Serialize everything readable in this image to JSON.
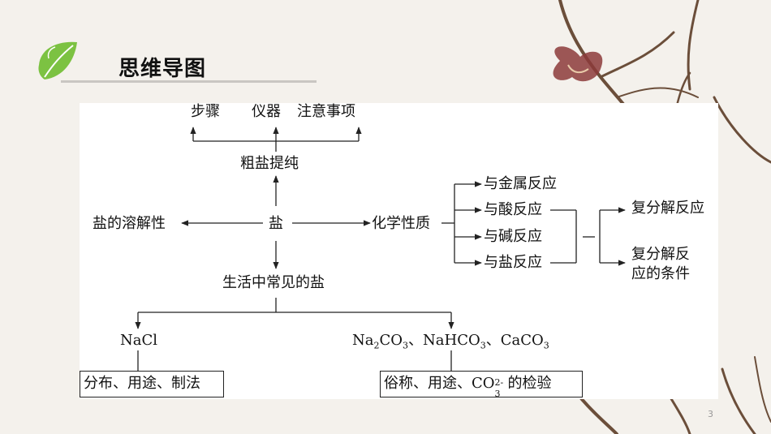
{
  "slide": {
    "title": "思维导图",
    "page_number": "3"
  },
  "nodes": {
    "steps": "步骤",
    "instruments": "仪器",
    "precautions": "注意事项",
    "crude_salt": "粗盐提纯",
    "salt": "盐",
    "solubility": "盐的溶解性",
    "chemical_properties": "化学性质",
    "with_metal": "与金属反应",
    "with_acid": "与酸反应",
    "with_base": "与碱反应",
    "with_salt": "与盐反应",
    "double_decomposition": "复分解反应",
    "dd_conditions_line1": "复分解反",
    "dd_conditions_line2": "应的条件",
    "common_salts": "生活中常见的盐",
    "nacl": "NaCl",
    "carbonates": {
      "na2co3_a": "Na",
      "na2co3_b": "2",
      "na2co3_c": "CO",
      "na2co3_d": "3",
      "sep1": "、",
      "nahco3_a": "NaHCO",
      "nahco3_b": "3",
      "sep2": "、",
      "caco3_a": "CaCO",
      "caco3_b": "3"
    },
    "nacl_box": "分布、用途、制法",
    "carbonate_box": {
      "prefix": "俗称、用途、CO",
      "sub": "3",
      "sup": "2-",
      "suffix": "的检验"
    }
  },
  "colors": {
    "line": "#222222",
    "panel": "#ffffff",
    "leaf": "#7cc242"
  }
}
